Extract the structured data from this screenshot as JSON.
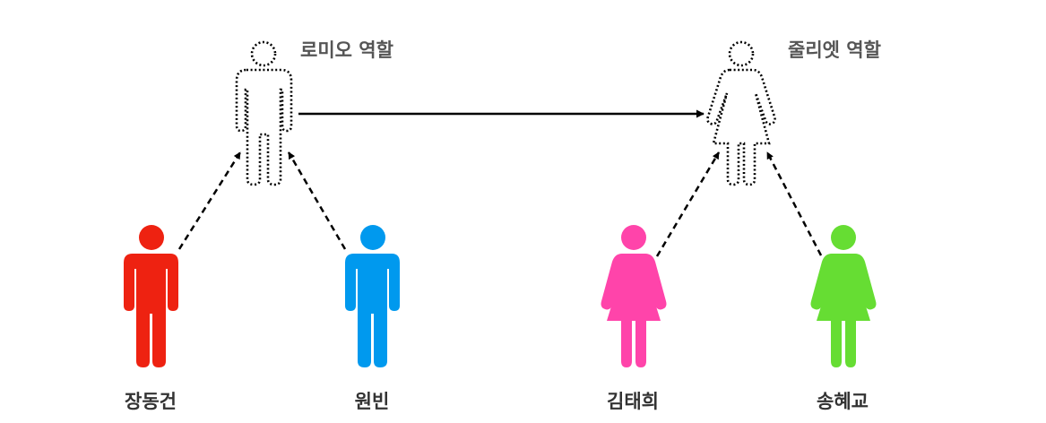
{
  "roles": {
    "romeo": {
      "label": "로미오 역할",
      "figure": "male"
    },
    "juliet": {
      "label": "줄리엣 역할",
      "figure": "female"
    }
  },
  "actors": [
    {
      "name": "장동건",
      "figure": "male",
      "color": "#ee2211",
      "casts_for": "romeo"
    },
    {
      "name": "원빈",
      "figure": "male",
      "color": "#0099ee",
      "casts_for": "romeo"
    },
    {
      "name": "김태희",
      "figure": "female",
      "color": "#ff44aa",
      "casts_for": "juliet"
    },
    {
      "name": "송혜교",
      "figure": "female",
      "color": "#66dd33",
      "casts_for": "juliet"
    }
  ],
  "colors": {
    "outline": "#000000",
    "role_text": "#555555",
    "actor_text": "#333333"
  }
}
